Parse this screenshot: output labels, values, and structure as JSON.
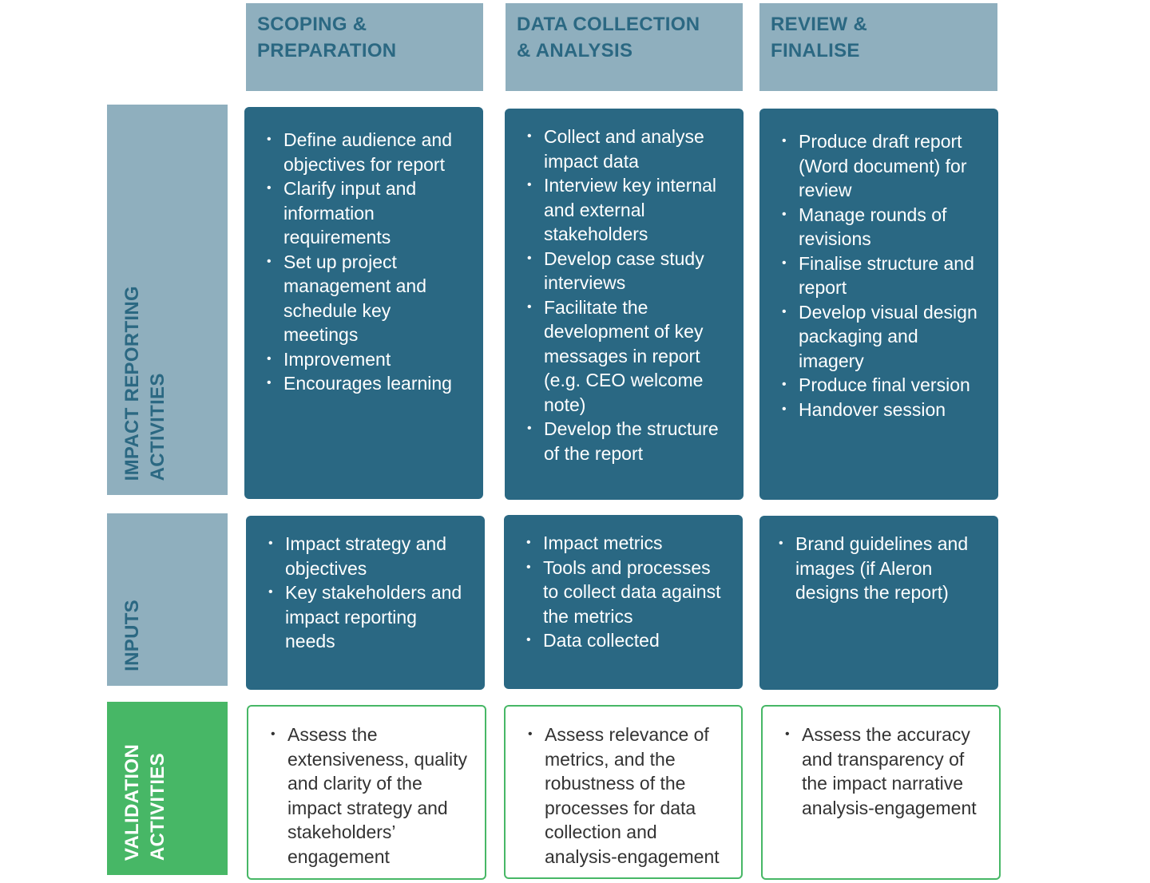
{
  "columns": [
    {
      "title_line1": "SCOPING &",
      "title_line2": "PREPARATION"
    },
    {
      "title_line1": "DATA COLLECTION",
      "title_line2": "& ANALYSIS"
    },
    {
      "title_line1": "REVIEW &",
      "title_line2": "FINALISE"
    }
  ],
  "rows": {
    "activities": {
      "label_line1": "IMPACT REPORTING",
      "label_line2": "ACTIVITIES"
    },
    "inputs": {
      "label_line1": "INPUTS"
    },
    "validation": {
      "label_line1": "VALIDATION",
      "label_line2": "ACTIVITIES"
    }
  },
  "cells": {
    "activities": [
      [
        "Define audience and objectives for report",
        "Clarify input and information requirements",
        "Set up project management and schedule key meetings",
        "Improvement",
        "Encourages learning"
      ],
      [
        "Collect and analyse impact data",
        "Interview key internal and external stakeholders",
        "Develop case study interviews",
        "Facilitate the development of key messages in report (e.g. CEO welcome note)",
        "Develop the structure of the report"
      ],
      [
        "Produce draft report (Word document) for review",
        "Manage rounds of revisions",
        "Finalise structure and report",
        "Develop visual design packaging and imagery",
        "Produce final version",
        "Handover session"
      ]
    ],
    "inputs": [
      [
        "Impact strategy and objectives",
        "Key stakeholders and impact reporting needs"
      ],
      [
        "Impact metrics",
        "Tools and processes to collect data against the metrics",
        "Data collected"
      ],
      [
        "Brand guidelines and images (if Aleron designs the report)"
      ]
    ],
    "validation": [
      [
        "Assess the extensiveness, quality and clarity of the impact strategy and stakeholders’ engagement"
      ],
      [
        "Assess relevance of metrics, and the robustness of the processes for data collection and analysis-engagement"
      ],
      [
        "Assess the accuracy and transparency of the impact narrative analysis-engagement"
      ]
    ]
  },
  "colors": {
    "header_bg": "#8fafbe",
    "header_text": "#2b6882",
    "cell_dark": "#2a6883",
    "validation_green": "#47b766"
  }
}
